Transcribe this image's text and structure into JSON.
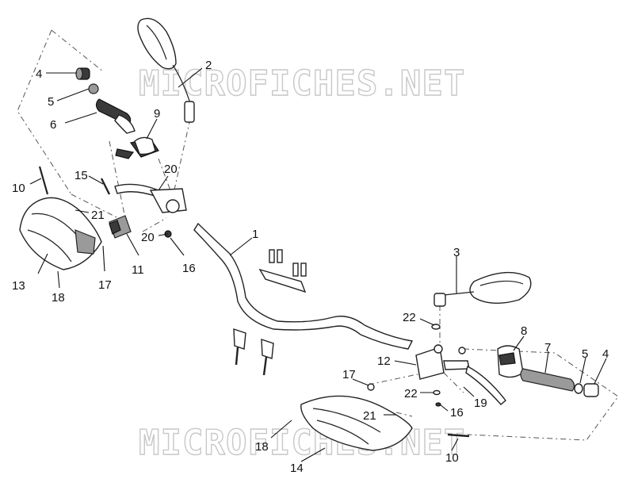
{
  "watermark": "MICROFICHES.NET",
  "labels": [
    {
      "key": "L1",
      "text": "1"
    },
    {
      "key": "L2",
      "text": "2"
    },
    {
      "key": "L3",
      "text": "3"
    },
    {
      "key": "L4a",
      "text": "4"
    },
    {
      "key": "L4b",
      "text": "4"
    },
    {
      "key": "L5a",
      "text": "5"
    },
    {
      "key": "L5b",
      "text": "5"
    },
    {
      "key": "L6",
      "text": "6"
    },
    {
      "key": "L7",
      "text": "7"
    },
    {
      "key": "L8",
      "text": "8"
    },
    {
      "key": "L9",
      "text": "9"
    },
    {
      "key": "L10a",
      "text": "10"
    },
    {
      "key": "L10b",
      "text": "10"
    },
    {
      "key": "L11",
      "text": "11"
    },
    {
      "key": "L12",
      "text": "12"
    },
    {
      "key": "L13",
      "text": "13"
    },
    {
      "key": "L14",
      "text": "14"
    },
    {
      "key": "L15",
      "text": "15"
    },
    {
      "key": "L16a",
      "text": "16"
    },
    {
      "key": "L16b",
      "text": "16"
    },
    {
      "key": "L17a",
      "text": "17"
    },
    {
      "key": "L17b",
      "text": "17"
    },
    {
      "key": "L18a",
      "text": "18"
    },
    {
      "key": "L18b",
      "text": "18"
    },
    {
      "key": "L19",
      "text": "19"
    },
    {
      "key": "L20a",
      "text": "20"
    },
    {
      "key": "L20b",
      "text": "20"
    },
    {
      "key": "L21a",
      "text": "21"
    },
    {
      "key": "L21b",
      "text": "21"
    },
    {
      "key": "L22a",
      "text": "22"
    },
    {
      "key": "L22b",
      "text": "22"
    }
  ]
}
